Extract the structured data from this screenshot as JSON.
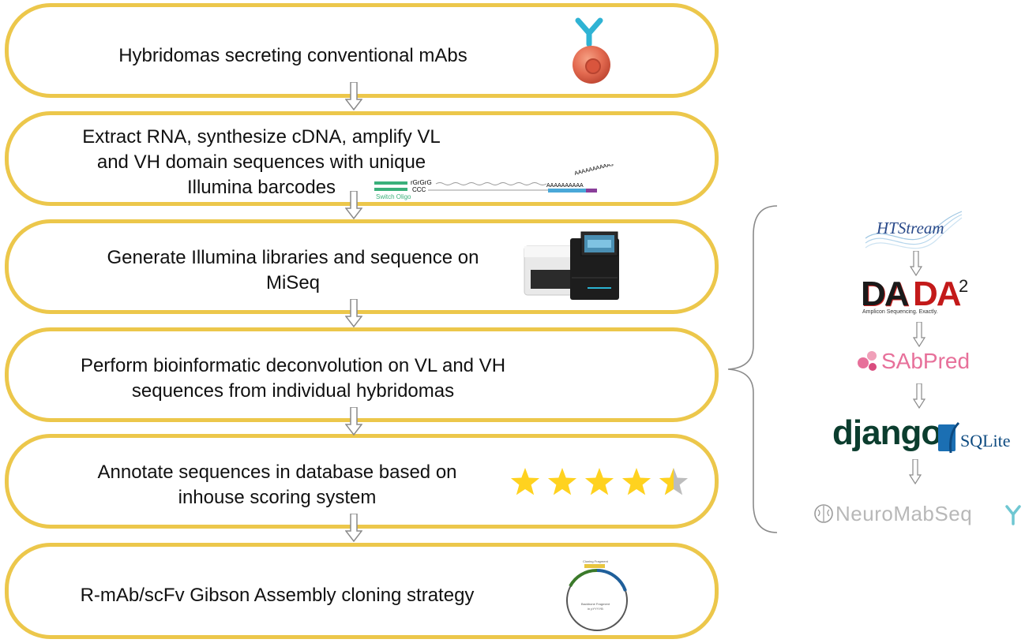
{
  "steps": [
    {
      "id": "hybridomas",
      "lines": [
        "Hybridomas secreting conventional mAbs"
      ]
    },
    {
      "id": "extract",
      "lines": [
        "Extract RNA, synthesize cDNA, amplify VL",
        "and VH domain sequences with unique",
        "Illumina barcodes"
      ]
    },
    {
      "id": "libraries",
      "lines": [
        "Generate Illumina libraries and sequence on",
        "MiSeq"
      ]
    },
    {
      "id": "deconvolution",
      "lines": [
        "Perform bioinformatic deconvolution on VL and VH",
        "sequences from individual hybridomas"
      ]
    },
    {
      "id": "annotate",
      "lines": [
        "Annotate sequences in database based on",
        "inhouse scoring system"
      ]
    },
    {
      "id": "cloning",
      "lines": [
        "R-mAb/scFv Gibson Assembly cloning strategy"
      ]
    }
  ],
  "rating": {
    "value": 4.5,
    "max": 5
  },
  "cdna_labels": {
    "oligo_top": "rGrGrG",
    "oligo_bottom": "CCC",
    "switch_oligo": "Switch Oligo",
    "polyA": "AAAAAAAAAA",
    "polyA_tail": "AAAAAAAAAA3"
  },
  "plasmid_labels": {
    "cloning_fragment": "Cloning Fragment",
    "backbone_line1": "Backbone Fragment",
    "backbone_line2": "in pYYYYB"
  },
  "tools": {
    "htstream": "HTStream",
    "dada_left": "DA",
    "dada_right": "DA",
    "dada_sup": "2",
    "dada_tagline": "Amplicon Sequencing. Exactly.",
    "sabpred": "SAbPred",
    "django": "django",
    "sqlite": "SQLite",
    "neuromabseq": "NeuroMabSeq"
  },
  "colors": {
    "border": "#ecc74b",
    "arrow_fill": "#ffffff",
    "arrow_stroke": "#8a8a8a",
    "star": "#ffd21f",
    "star_empty": "#bdbdbd",
    "django": "#0b3d2e",
    "sabpred": "#e7709a",
    "neuro": "#b8b8b8",
    "neuro_icon": "#6fc7d2"
  }
}
